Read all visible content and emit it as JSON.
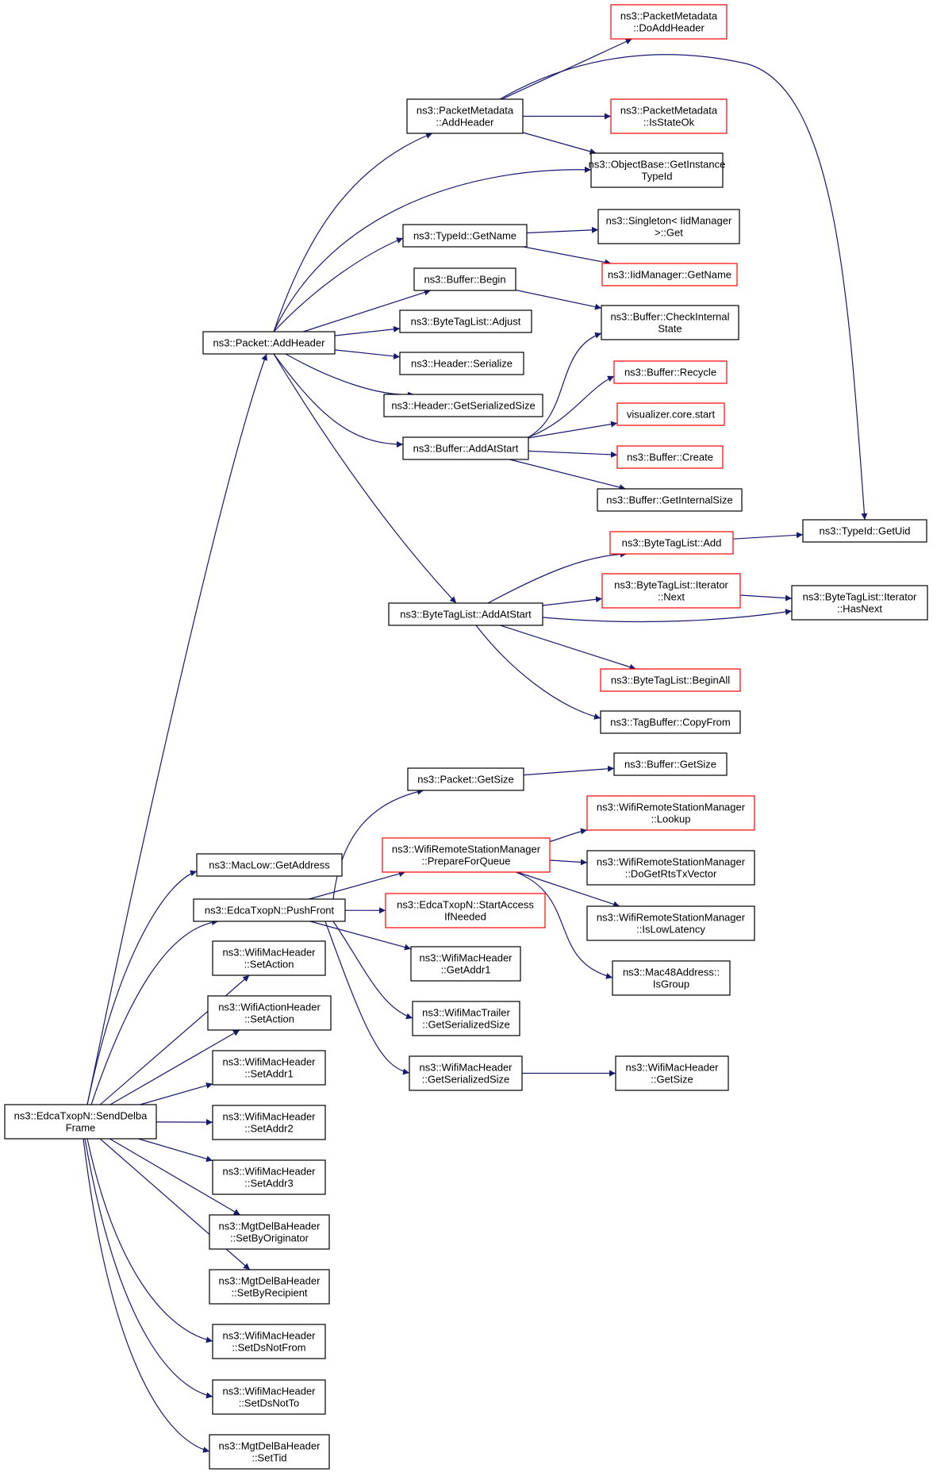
{
  "colors": {
    "edge": "#191970",
    "node_border_normal": "#000000",
    "node_border_truncated": "#ff0000",
    "root_fill": "#bfbfbf",
    "node_fill": "#ffffff"
  },
  "root": "SendDelbaFrame",
  "nodes": [
    {
      "id": "SendDelbaFrame",
      "lines": [
        "ns3::EdcaTxopN::SendDelba",
        "Frame"
      ],
      "style": "root"
    },
    {
      "id": "PacketAddHeader",
      "lines": [
        "ns3::Packet::AddHeader"
      ],
      "style": "normal"
    },
    {
      "id": "PMAddHeader",
      "lines": [
        "ns3::PacketMetadata",
        "::AddHeader"
      ],
      "style": "normal"
    },
    {
      "id": "PMDoAddHeader",
      "lines": [
        "ns3::PacketMetadata",
        "::DoAddHeader"
      ],
      "style": "truncated"
    },
    {
      "id": "PMIsStateOk",
      "lines": [
        "ns3::PacketMetadata",
        "::IsStateOk"
      ],
      "style": "truncated"
    },
    {
      "id": "GetInstanceTypeId",
      "lines": [
        "ns3::ObjectBase::GetInstance",
        "TypeId"
      ],
      "style": "normal"
    },
    {
      "id": "TypeIdGetName",
      "lines": [
        "ns3::TypeId::GetName"
      ],
      "style": "normal"
    },
    {
      "id": "SingletonGet",
      "lines": [
        "ns3::Singleton< IidManager",
        ">::Get"
      ],
      "style": "normal"
    },
    {
      "id": "IidManagerGetName",
      "lines": [
        "ns3::IidManager::GetName"
      ],
      "style": "truncated"
    },
    {
      "id": "BufferBegin",
      "lines": [
        "ns3::Buffer::Begin"
      ],
      "style": "normal"
    },
    {
      "id": "CheckInternalState",
      "lines": [
        "ns3::Buffer::CheckInternal",
        "State"
      ],
      "style": "normal"
    },
    {
      "id": "ByteTagListAdjust",
      "lines": [
        "ns3::ByteTagList::Adjust"
      ],
      "style": "normal"
    },
    {
      "id": "HeaderSerialize",
      "lines": [
        "ns3::Header::Serialize"
      ],
      "style": "normal"
    },
    {
      "id": "HeaderGetSerializedSize",
      "lines": [
        "ns3::Header::GetSerializedSize"
      ],
      "style": "normal"
    },
    {
      "id": "BufferRecycle",
      "lines": [
        "ns3::Buffer::Recycle"
      ],
      "style": "truncated"
    },
    {
      "id": "VisualizerStart",
      "lines": [
        "visualizer.core.start"
      ],
      "style": "truncated"
    },
    {
      "id": "BufferAddAtStart",
      "lines": [
        "ns3::Buffer::AddAtStart"
      ],
      "style": "normal"
    },
    {
      "id": "BufferCreate",
      "lines": [
        "ns3::Buffer::Create"
      ],
      "style": "truncated"
    },
    {
      "id": "BufferGetInternalSize",
      "lines": [
        "ns3::Buffer::GetInternalSize"
      ],
      "style": "normal"
    },
    {
      "id": "ByteTagListAdd",
      "lines": [
        "ns3::ByteTagList::Add"
      ],
      "style": "truncated"
    },
    {
      "id": "TypeIdGetUid",
      "lines": [
        "ns3::TypeId::GetUid"
      ],
      "style": "normal"
    },
    {
      "id": "IteratorNext",
      "lines": [
        "ns3::ByteTagList::Iterator",
        "::Next"
      ],
      "style": "truncated"
    },
    {
      "id": "IteratorHasNext",
      "lines": [
        "ns3::ByteTagList::Iterator",
        "::HasNext"
      ],
      "style": "normal"
    },
    {
      "id": "ByteTagListAddAtStart",
      "lines": [
        "ns3::ByteTagList::AddAtStart"
      ],
      "style": "normal"
    },
    {
      "id": "ByteTagListBeginAll",
      "lines": [
        "ns3::ByteTagList::BeginAll"
      ],
      "style": "truncated"
    },
    {
      "id": "TagBufferCopyFrom",
      "lines": [
        "ns3::TagBuffer::CopyFrom"
      ],
      "style": "normal"
    },
    {
      "id": "PacketGetSize",
      "lines": [
        "ns3::Packet::GetSize"
      ],
      "style": "normal"
    },
    {
      "id": "BufferGetSize",
      "lines": [
        "ns3::Buffer::GetSize"
      ],
      "style": "normal"
    },
    {
      "id": "WRSMLookup",
      "lines": [
        "ns3::WifiRemoteStationManager",
        "::Lookup"
      ],
      "style": "truncated"
    },
    {
      "id": "WRSMPrepareForQueue",
      "lines": [
        "ns3::WifiRemoteStationManager",
        "::PrepareForQueue"
      ],
      "style": "truncated"
    },
    {
      "id": "WRSMDoGetRtsTxVector",
      "lines": [
        "ns3::WifiRemoteStationManager",
        "::DoGetRtsTxVector"
      ],
      "style": "normal"
    },
    {
      "id": "MacLowGetAddress",
      "lines": [
        "ns3::MacLow::GetAddress"
      ],
      "style": "normal"
    },
    {
      "id": "EdcaPushFront",
      "lines": [
        "ns3::EdcaTxopN::PushFront"
      ],
      "style": "normal"
    },
    {
      "id": "EdcaStartAccessIfNeeded",
      "lines": [
        "ns3::EdcaTxopN::StartAccess",
        "IfNeeded"
      ],
      "style": "truncated"
    },
    {
      "id": "WRSMIsLowLatency",
      "lines": [
        "ns3::WifiRemoteStationManager",
        "::IsLowLatency"
      ],
      "style": "normal"
    },
    {
      "id": "WMHSetAction",
      "lines": [
        "ns3::WifiMacHeader",
        "::SetAction"
      ],
      "style": "normal"
    },
    {
      "id": "WMHGetAddr1",
      "lines": [
        "ns3::WifiMacHeader",
        "::GetAddr1"
      ],
      "style": "normal"
    },
    {
      "id": "Mac48IsGroup",
      "lines": [
        "ns3::Mac48Address::",
        "IsGroup"
      ],
      "style": "normal"
    },
    {
      "id": "WAHSetAction",
      "lines": [
        "ns3::WifiActionHeader",
        "::SetAction"
      ],
      "style": "normal"
    },
    {
      "id": "WMTGetSerializedSize",
      "lines": [
        "ns3::WifiMacTrailer",
        "::GetSerializedSize"
      ],
      "style": "normal"
    },
    {
      "id": "WMHSetAddr1",
      "lines": [
        "ns3::WifiMacHeader",
        "::SetAddr1"
      ],
      "style": "normal"
    },
    {
      "id": "WMHGetSerializedSize",
      "lines": [
        "ns3::WifiMacHeader",
        "::GetSerializedSize"
      ],
      "style": "normal"
    },
    {
      "id": "WMHGetSize",
      "lines": [
        "ns3::WifiMacHeader",
        "::GetSize"
      ],
      "style": "normal"
    },
    {
      "id": "WMHSetAddr2",
      "lines": [
        "ns3::WifiMacHeader",
        "::SetAddr2"
      ],
      "style": "normal"
    },
    {
      "id": "WMHSetAddr3",
      "lines": [
        "ns3::WifiMacHeader",
        "::SetAddr3"
      ],
      "style": "normal"
    },
    {
      "id": "MgtSetByOriginator",
      "lines": [
        "ns3::MgtDelBaHeader",
        "::SetByOriginator"
      ],
      "style": "normal"
    },
    {
      "id": "MgtSetByRecipient",
      "lines": [
        "ns3::MgtDelBaHeader",
        "::SetByRecipient"
      ],
      "style": "normal"
    },
    {
      "id": "WMHSetDsNotFrom",
      "lines": [
        "ns3::WifiMacHeader",
        "::SetDsNotFrom"
      ],
      "style": "normal"
    },
    {
      "id": "WMHSetDsNotTo",
      "lines": [
        "ns3::WifiMacHeader",
        "::SetDsNotTo"
      ],
      "style": "normal"
    },
    {
      "id": "MgtSetTid",
      "lines": [
        "ns3::MgtDelBaHeader",
        "::SetTid"
      ],
      "style": "normal"
    }
  ],
  "edges": [
    [
      "SendDelbaFrame",
      "PacketAddHeader"
    ],
    [
      "SendDelbaFrame",
      "MacLowGetAddress"
    ],
    [
      "SendDelbaFrame",
      "EdcaPushFront"
    ],
    [
      "SendDelbaFrame",
      "WMHSetAction"
    ],
    [
      "SendDelbaFrame",
      "WAHSetAction"
    ],
    [
      "SendDelbaFrame",
      "WMHSetAddr1"
    ],
    [
      "SendDelbaFrame",
      "WMHSetAddr2"
    ],
    [
      "SendDelbaFrame",
      "WMHSetAddr3"
    ],
    [
      "SendDelbaFrame",
      "MgtSetByOriginator"
    ],
    [
      "SendDelbaFrame",
      "MgtSetByRecipient"
    ],
    [
      "SendDelbaFrame",
      "WMHSetDsNotFrom"
    ],
    [
      "SendDelbaFrame",
      "WMHSetDsNotTo"
    ],
    [
      "SendDelbaFrame",
      "MgtSetTid"
    ],
    [
      "PacketAddHeader",
      "PMAddHeader"
    ],
    [
      "PacketAddHeader",
      "GetInstanceTypeId"
    ],
    [
      "PacketAddHeader",
      "TypeIdGetName"
    ],
    [
      "PacketAddHeader",
      "BufferBegin"
    ],
    [
      "PacketAddHeader",
      "ByteTagListAdjust"
    ],
    [
      "PacketAddHeader",
      "HeaderSerialize"
    ],
    [
      "PacketAddHeader",
      "HeaderGetSerializedSize"
    ],
    [
      "PacketAddHeader",
      "BufferAddAtStart"
    ],
    [
      "PacketAddHeader",
      "ByteTagListAddAtStart"
    ],
    [
      "PMAddHeader",
      "PMDoAddHeader"
    ],
    [
      "PMAddHeader",
      "PMIsStateOk"
    ],
    [
      "PMAddHeader",
      "GetInstanceTypeId"
    ],
    [
      "PMAddHeader",
      "TypeIdGetUid"
    ],
    [
      "TypeIdGetName",
      "SingletonGet"
    ],
    [
      "TypeIdGetName",
      "IidManagerGetName"
    ],
    [
      "BufferBegin",
      "CheckInternalState"
    ],
    [
      "BufferAddAtStart",
      "CheckInternalState"
    ],
    [
      "BufferAddAtStart",
      "BufferRecycle"
    ],
    [
      "BufferAddAtStart",
      "VisualizerStart"
    ],
    [
      "BufferAddAtStart",
      "BufferCreate"
    ],
    [
      "BufferAddAtStart",
      "BufferGetInternalSize"
    ],
    [
      "ByteTagListAddAtStart",
      "ByteTagListAdd"
    ],
    [
      "ByteTagListAddAtStart",
      "IteratorNext"
    ],
    [
      "ByteTagListAddAtStart",
      "IteratorHasNext"
    ],
    [
      "ByteTagListAddAtStart",
      "ByteTagListBeginAll"
    ],
    [
      "ByteTagListAddAtStart",
      "TagBufferCopyFrom"
    ],
    [
      "ByteTagListAdd",
      "TypeIdGetUid"
    ],
    [
      "IteratorNext",
      "IteratorHasNext"
    ],
    [
      "EdcaPushFront",
      "PacketGetSize"
    ],
    [
      "EdcaPushFront",
      "WRSMPrepareForQueue"
    ],
    [
      "EdcaPushFront",
      "EdcaStartAccessIfNeeded"
    ],
    [
      "EdcaPushFront",
      "WMHGetAddr1"
    ],
    [
      "EdcaPushFront",
      "WMTGetSerializedSize"
    ],
    [
      "EdcaPushFront",
      "WMHGetSerializedSize"
    ],
    [
      "PacketGetSize",
      "BufferGetSize"
    ],
    [
      "WRSMPrepareForQueue",
      "WRSMLookup"
    ],
    [
      "WRSMPrepareForQueue",
      "WRSMDoGetRtsTxVector"
    ],
    [
      "WRSMPrepareForQueue",
      "WRSMIsLowLatency"
    ],
    [
      "WRSMPrepareForQueue",
      "Mac48IsGroup"
    ],
    [
      "WMHGetSerializedSize",
      "WMHGetSize"
    ]
  ]
}
